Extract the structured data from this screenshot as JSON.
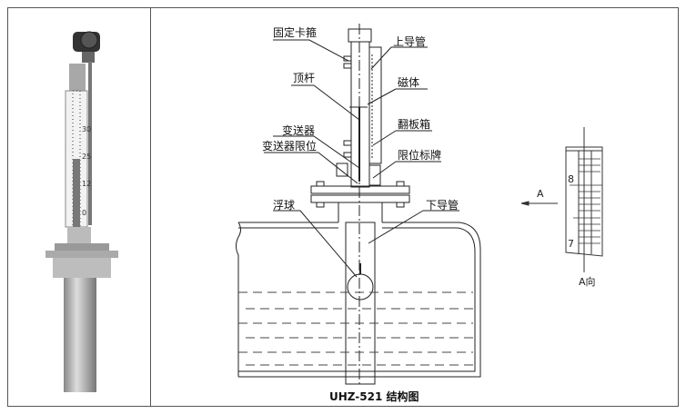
{
  "caption": "UHZ-521 结构图",
  "labels": {
    "clamp": "固定卡箍",
    "upper_pipe": "上导管",
    "push_rod": "顶杆",
    "magnet": "磁体",
    "flap_box": "翻板箱",
    "transmitter": "变送器",
    "transmitter_limit": "变送器限位",
    "limit_plate": "限位标牌",
    "float_ball": "浮球",
    "lower_pipe": "下导管"
  },
  "view_a": {
    "arrow_label": "A",
    "view_label": "A向",
    "scale_marks": [
      "8",
      "7"
    ]
  },
  "photo": {
    "scale_marks": [
      "30",
      "25",
      "12",
      "0"
    ]
  }
}
